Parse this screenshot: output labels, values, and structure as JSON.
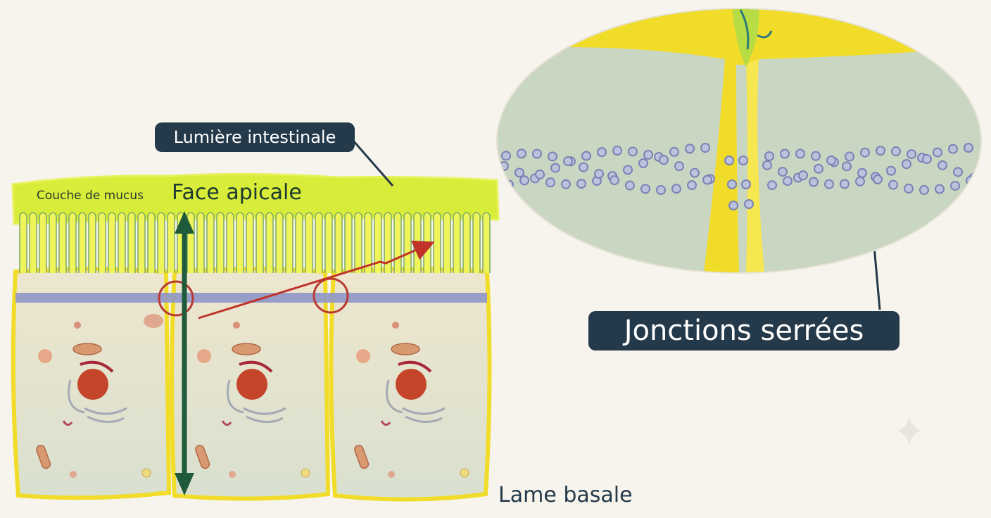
{
  "labels": {
    "lumiere": "Lumière intestinale",
    "mucus": "Couche de mucus",
    "apicale": "Face apicale",
    "jonctions": "Jonctions serrées",
    "basale": "Lame basale"
  },
  "colors": {
    "background": "#f6f4ec",
    "badge": "#24394a",
    "mucus": "#d8ec3a",
    "membrane": "#f2dc2a",
    "cytoplasm": "#e9e1c8",
    "junction_band": "#8f96c8",
    "nucleus": "#c4452a",
    "polarity_arrow": "#1f5a3a",
    "transcellular_arrow": "#c0322a",
    "zoom_cytoplasm": "#c9d6c2",
    "junction_particle": "#8f96c8"
  }
}
